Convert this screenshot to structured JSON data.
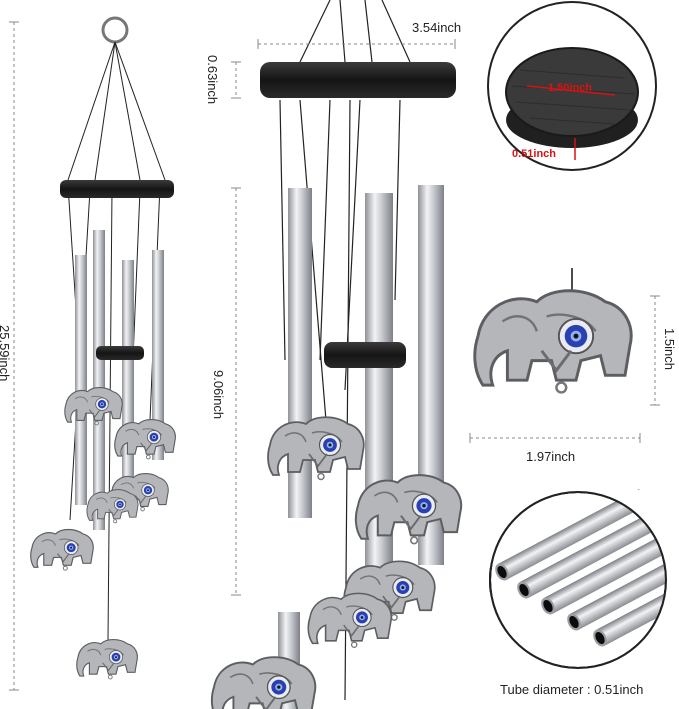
{
  "dimensions": {
    "top_width": "3.54inch",
    "ring_height": "0.63inch",
    "total_length": "25.59inch",
    "tube_length": "9.06inch",
    "wood_diameter": "1.50inch",
    "wood_thickness": "0.51inch",
    "elephant_height": "1.5inch",
    "elephant_width": "1.97inch"
  },
  "tube_caption": "Tube diameter : 0.51inch",
  "colors": {
    "wood": "#1d1d1d",
    "tube": "#c9ccd0",
    "silver": "#b4b6ba",
    "eye_blue": "#2a3fb0",
    "dimension_red": "#d41414"
  }
}
